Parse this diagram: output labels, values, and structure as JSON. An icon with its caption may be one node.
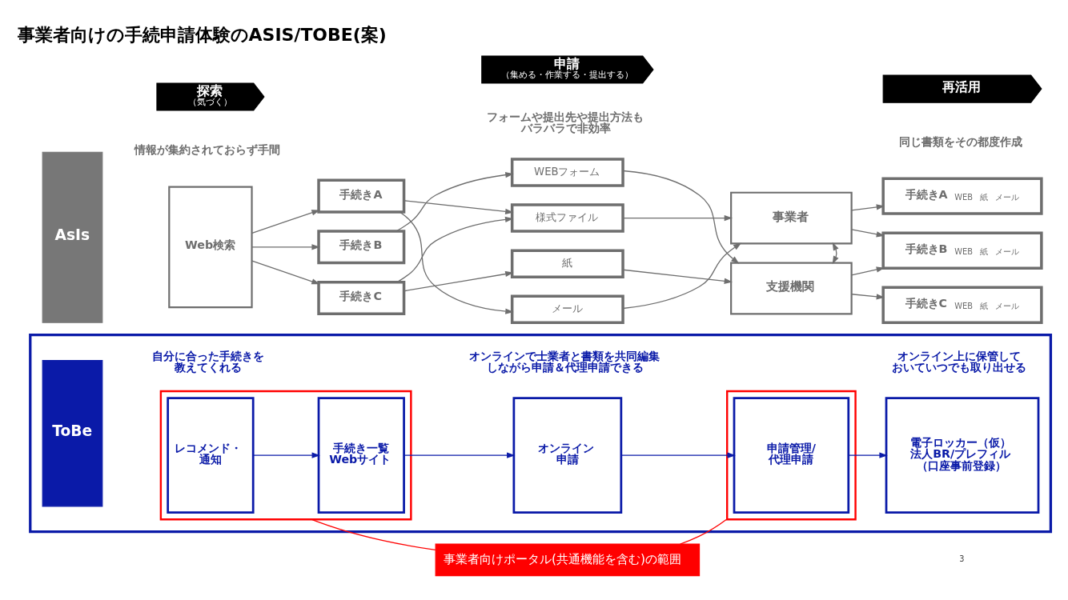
{
  "diagram": {
    "title": "事業者向けの手続申請体験のASIS/TOBE(案)",
    "nodes": [
      {
        "text": [
          "探索",
          "（気づく）"
        ]
      },
      {
        "text": [
          "申請",
          "（集める・作業する・提出する）"
        ]
      },
      {
        "text": [
          "再活用"
        ]
      },
      {
        "text": [
          "AsIs"
        ]
      },
      {
        "text": [
          "Web検索"
        ]
      },
      {
        "text": [
          "手続きA"
        ]
      },
      {
        "text": [
          "手続きB"
        ]
      },
      {
        "text": [
          "手続きC"
        ]
      },
      {
        "text": [
          "WEBフォーム"
        ]
      },
      {
        "text": [
          "様式ファイル"
        ]
      },
      {
        "text": [
          "紙"
        ]
      },
      {
        "text": [
          "メール"
        ]
      },
      {
        "text": [
          "事業者"
        ]
      },
      {
        "text": [
          "支援機関"
        ]
      },
      {
        "text": [
          "手続きA",
          "WEB",
          "紙",
          "メール"
        ]
      },
      {
        "text": [
          "手続きB",
          "WEB",
          "紙",
          "メール"
        ]
      },
      {
        "text": [
          "手続きC",
          "WEB",
          "紙",
          "メール"
        ]
      },
      {
        "text": [],
        "shape": "box"
      },
      {
        "text": [
          "ToBe"
        ],
        "in": 17
      },
      {
        "text": [],
        "shape": "box",
        "in": 17
      },
      {
        "text": [
          "レコメンド・通知"
        ],
        "in": 19
      },
      {
        "text": [
          "手続き一覧Webサイト"
        ],
        "in": 19
      },
      {
        "text": [
          "オンライン申請"
        ],
        "in": 17
      },
      {
        "text": [],
        "shape": "box",
        "in": 17
      },
      {
        "text": [
          "申請管理/代理申請"
        ],
        "in": 23
      },
      {
        "text": [
          "電子ロッカー（仮）法人BR/プレフィル（口座事前登録）"
        ],
        "in": 17
      },
      {
        "text": [
          "事業者向けポータル(共通機能を含む)の範囲"
        ]
      }
    ],
    "edges": [
      {
        "from": 4,
        "to": 5,
        "arrow": "to"
      },
      {
        "from": 4,
        "to": 6,
        "arrow": "to"
      },
      {
        "from": 4,
        "to": 7,
        "arrow": "to"
      },
      {
        "from": 5,
        "to": 9,
        "arrow": "to"
      },
      {
        "from": 5,
        "to": 11,
        "arrow": "to"
      },
      {
        "from": 6,
        "to": 8,
        "arrow": "to"
      },
      {
        "from": 7,
        "to": 9,
        "arrow": "to"
      },
      {
        "from": 7,
        "to": 10,
        "arrow": "to"
      },
      {
        "from": 8,
        "to": 13,
        "arrow": "to"
      },
      {
        "from": 9,
        "to": 12,
        "arrow": "to"
      },
      {
        "from": 10,
        "to": 13,
        "arrow": "to"
      },
      {
        "from": 11,
        "to": 12,
        "arrow": "to"
      },
      {
        "from": 12,
        "to": 13,
        "arrow": "both"
      },
      {
        "from": 12,
        "to": 14,
        "arrow": "to"
      },
      {
        "from": 12,
        "to": 15,
        "arrow": "to"
      },
      {
        "from": 13,
        "to": 15,
        "arrow": "to"
      },
      {
        "from": 13,
        "to": 16,
        "arrow": "to"
      },
      {
        "from": 20,
        "to": 21,
        "arrow": "to",
        "color": "#0a1aa8"
      },
      {
        "from": 21,
        "to": 22,
        "arrow": "to",
        "color": "#0a1aa8"
      },
      {
        "from": 22,
        "to": 24,
        "arrow": "to",
        "color": "#0a1aa8"
      },
      {
        "from": 24,
        "to": 25,
        "arrow": "to",
        "color": "#0a1aa8"
      },
      {
        "from": 26,
        "to": 19,
        "arrow": "none",
        "color": "#ff0000"
      },
      {
        "from": 26,
        "to": 23,
        "arrow": "none",
        "color": "#ff0000"
      }
    ],
    "labels": [
      "情報が集約されておらず手間",
      "フォームや提出先や提出方法もバラバラで非効率",
      "同じ書類をその都度作成",
      "自分に合った手続きを教えてくれる",
      "オンラインで士業者と書類を共同編集しながら申請＆代理申請できる",
      "オンライン上に保管しておいていつでも取り出せる",
      "3"
    ]
  }
}
